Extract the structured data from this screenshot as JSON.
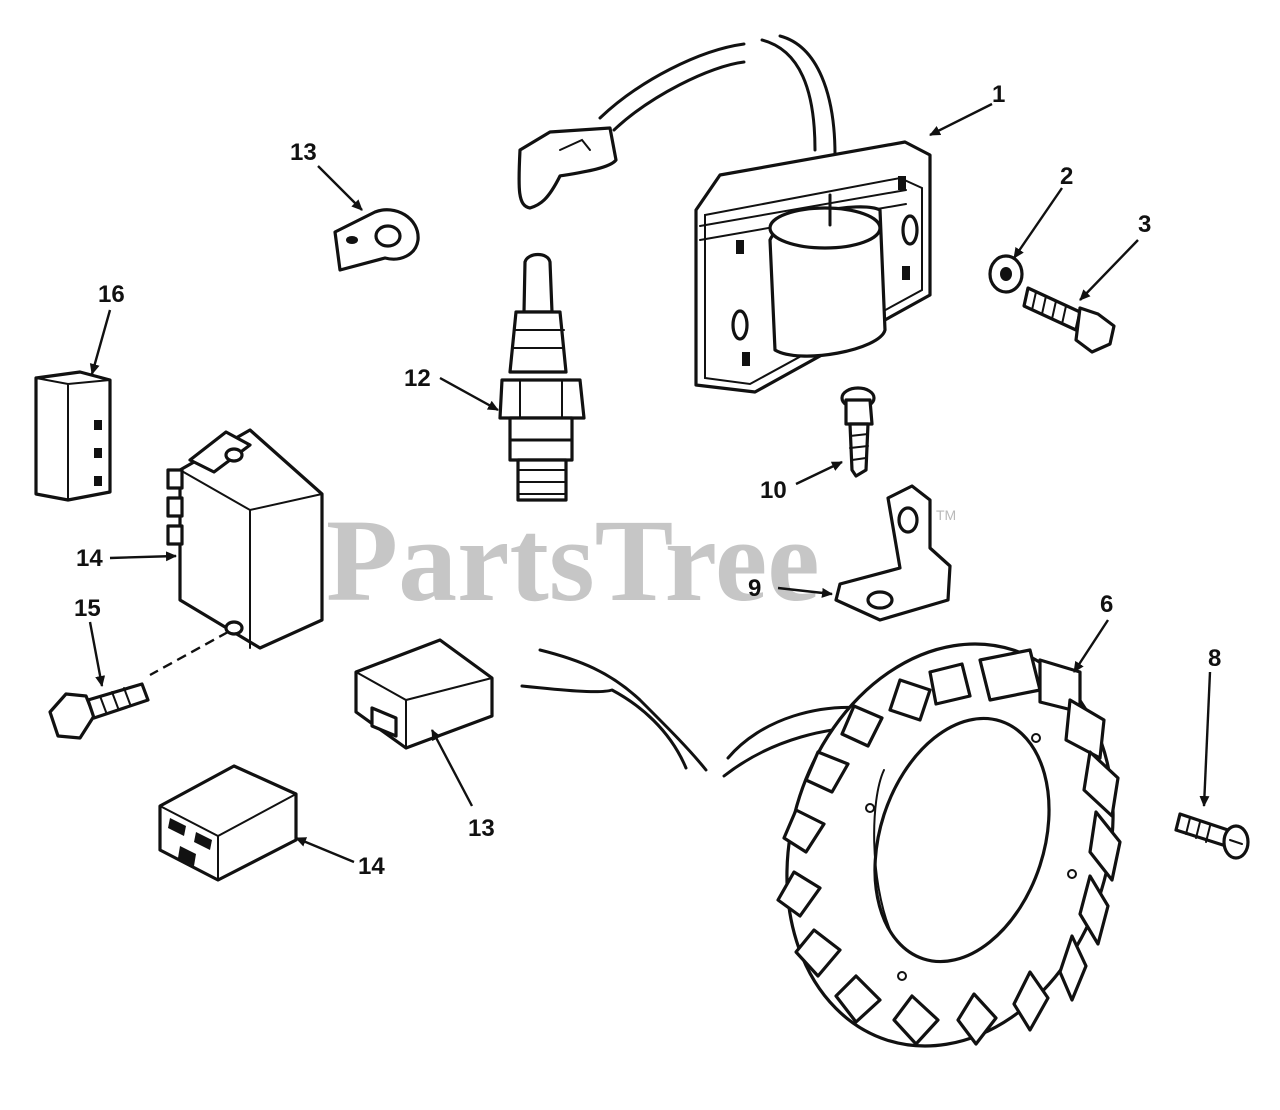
{
  "watermark": {
    "text": "PartsTree",
    "trademark": "TM"
  },
  "callouts": [
    {
      "id": "c1",
      "label": "1"
    },
    {
      "id": "c2",
      "label": "2"
    },
    {
      "id": "c3",
      "label": "3"
    },
    {
      "id": "c6",
      "label": "6"
    },
    {
      "id": "c8",
      "label": "8"
    },
    {
      "id": "c9",
      "label": "9"
    },
    {
      "id": "c10",
      "label": "10"
    },
    {
      "id": "c12",
      "label": "12"
    },
    {
      "id": "c13a",
      "label": "13"
    },
    {
      "id": "c13b",
      "label": "13"
    },
    {
      "id": "c14a",
      "label": "14"
    },
    {
      "id": "c14b",
      "label": "14"
    },
    {
      "id": "c15",
      "label": "15"
    },
    {
      "id": "c16",
      "label": "16"
    }
  ]
}
